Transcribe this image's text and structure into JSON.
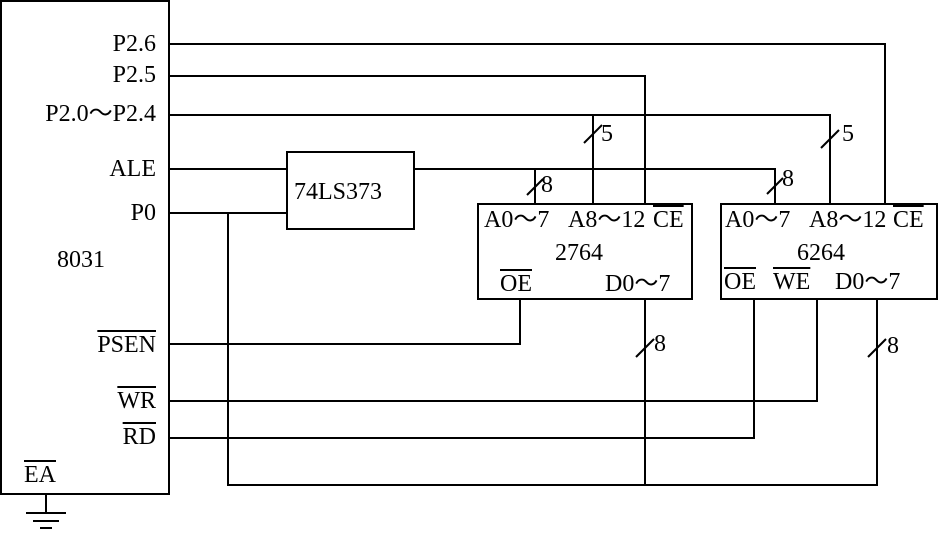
{
  "mcu": {
    "name": "8031",
    "pins": {
      "p26": "P2.6",
      "p25": "P2.5",
      "p20_24": "P2.0～P2.4",
      "ale": "ALE",
      "p0": "P0",
      "psen": "PSEN",
      "wr": "WR",
      "rd": "RD",
      "ea": "EA"
    }
  },
  "latch": {
    "name": "74LS373"
  },
  "eprom": {
    "name": "2764",
    "addr_low": "A0～7",
    "addr_high": "A8～12",
    "ce": "CE",
    "oe": "OE",
    "data": "D0～7"
  },
  "sram": {
    "name": "6264",
    "addr_low": "A0～7",
    "addr_high": "A8～12",
    "ce": "CE",
    "oe": "OE",
    "we": "WE",
    "data": "D0～7"
  },
  "bus_widths": {
    "eprom_high": "5",
    "sram_high": "5",
    "eprom_low": "8",
    "sram_low": "8",
    "eprom_data": "8",
    "sram_data": "8"
  },
  "colors": {
    "line": "#000000",
    "background": "#ffffff"
  }
}
